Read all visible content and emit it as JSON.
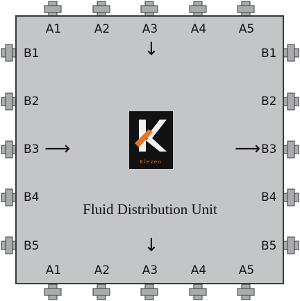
{
  "unit": {
    "title": "Fluid Distribution Unit"
  },
  "logo": {
    "text": "Kiezen",
    "mark": "K",
    "accent": "#e8742a"
  },
  "ports": {
    "top": [
      "A1",
      "A2",
      "A3",
      "A4",
      "A5"
    ],
    "bottom": [
      "A1",
      "A2",
      "A3",
      "A4",
      "A5"
    ],
    "left": [
      "B1",
      "B2",
      "B3",
      "B4",
      "B5"
    ],
    "right": [
      "B1",
      "B2",
      "B3",
      "B4",
      "B5"
    ]
  },
  "flow_arrows": {
    "top_a3": "↓",
    "bottom_a3": "↓",
    "left_b3": "⟶",
    "right_b3": "⟶"
  },
  "colors": {
    "body": "#c3c5c7",
    "fitting": "#a9acaf",
    "outline": "#3a3a3a"
  }
}
